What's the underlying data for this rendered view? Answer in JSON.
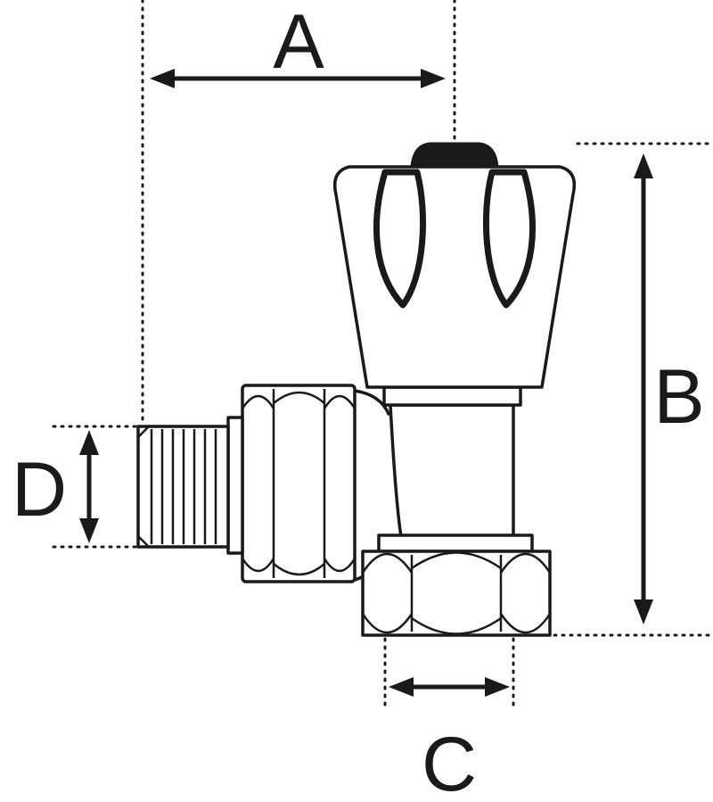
{
  "diagram": {
    "kind": "technical dimension drawing",
    "subject": "angled radiator valve",
    "background_color": "#ffffff",
    "line_color": "#1a1a1a",
    "dimension_labels": {
      "a": "A",
      "b": "B",
      "c": "C",
      "d": "D"
    }
  }
}
